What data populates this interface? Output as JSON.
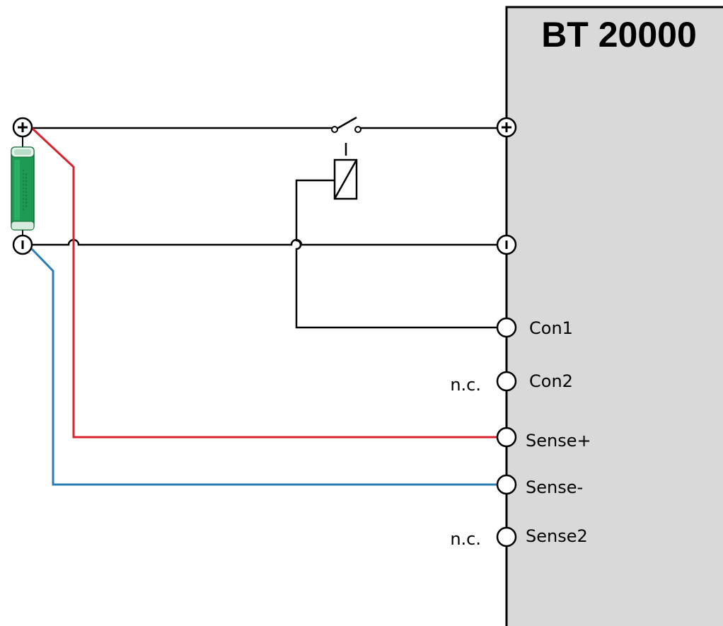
{
  "device": {
    "title": "BT 20000",
    "panel_fill": "#d9d9d9",
    "panel_stroke": "#000000"
  },
  "battery_terminals": {
    "positive_symbol": "+",
    "negative_symbol": "-"
  },
  "device_terminals": {
    "positive_symbol": "+",
    "negative_symbol": "-"
  },
  "pins": [
    {
      "id": "con1",
      "label": "Con1",
      "connection": ""
    },
    {
      "id": "con2",
      "label": "Con2",
      "connection": "n.c."
    },
    {
      "id": "sense-plus",
      "label": "Sense+",
      "connection": ""
    },
    {
      "id": "sense-minus",
      "label": "Sense-",
      "connection": ""
    },
    {
      "id": "sense2",
      "label": "Sense2",
      "connection": "n.c."
    }
  ],
  "wire_colors": {
    "power": "#000000",
    "sense_plus": "#d9232d",
    "sense_minus": "#2a7db5"
  },
  "components": {
    "cell_icon": "cylindrical-battery-cell-icon",
    "relay_icon": "relay-coil-icon",
    "switch_icon": "relay-contact-switch-icon"
  }
}
